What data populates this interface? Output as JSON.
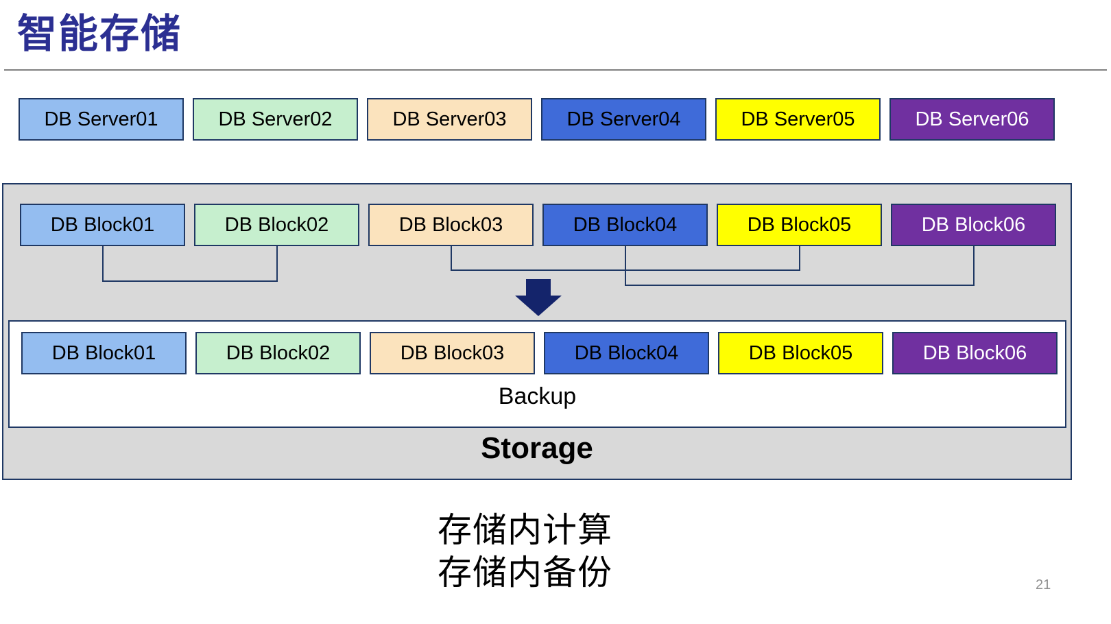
{
  "title": "智能存储",
  "servers": [
    {
      "label": "DB Server01",
      "bg": "#94BDF0",
      "fg": "#000000"
    },
    {
      "label": "DB Server02",
      "bg": "#C6EFCE",
      "fg": "#000000"
    },
    {
      "label": "DB Server03",
      "bg": "#FBE3BD",
      "fg": "#000000"
    },
    {
      "label": "DB Server04",
      "bg": "#3F6BD9",
      "fg": "#000000"
    },
    {
      "label": "DB Server05",
      "bg": "#FFFF00",
      "fg": "#000000"
    },
    {
      "label": "DB Server06",
      "bg": "#7030A0",
      "fg": "#FFFFFF"
    }
  ],
  "blocks": [
    {
      "label": "DB Block01",
      "bg": "#94BDF0",
      "fg": "#000000"
    },
    {
      "label": "DB Block02",
      "bg": "#C6EFCE",
      "fg": "#000000"
    },
    {
      "label": "DB Block03",
      "bg": "#FBE3BD",
      "fg": "#000000"
    },
    {
      "label": "DB Block04",
      "bg": "#3F6BD9",
      "fg": "#000000"
    },
    {
      "label": "DB Block05",
      "bg": "#FFFF00",
      "fg": "#000000"
    },
    {
      "label": "DB Block06",
      "bg": "#7030A0",
      "fg": "#FFFFFF"
    }
  ],
  "storage": {
    "backup_label": "Backup",
    "storage_label": "Storage"
  },
  "captions": {
    "line1": "存储内计算",
    "line2": "存储内备份"
  },
  "page_number": "21",
  "colors": {
    "title": "#2B2F92",
    "box_border": "#1F3864",
    "arrow": "#14246B",
    "storage_background": "#D9D9D9",
    "divider": "#7F7F7F"
  }
}
